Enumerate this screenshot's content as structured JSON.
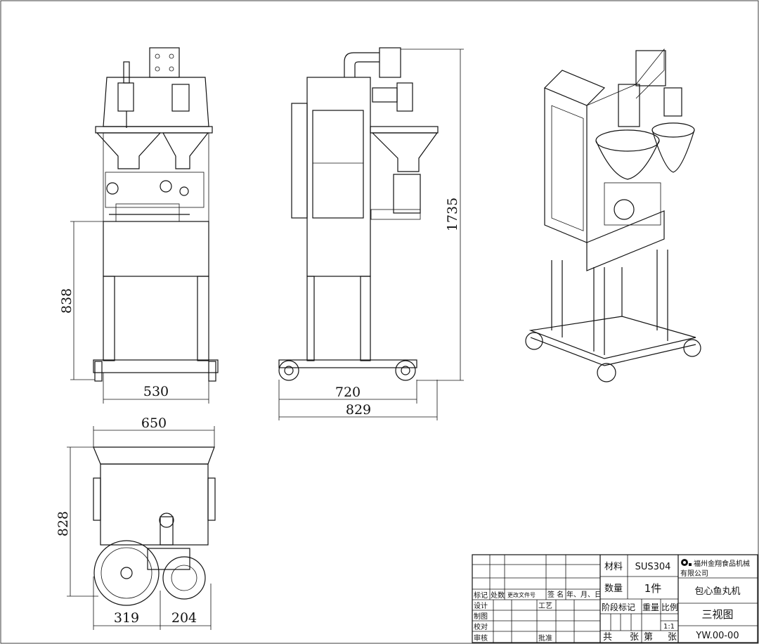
{
  "dimensions": {
    "front_height": "838",
    "front_width": "530",
    "side_total_height": "1735",
    "side_wheelbase": "720",
    "side_overall_length": "829",
    "top_width": "650",
    "top_depth": "828",
    "top_left_segment": "319",
    "top_right_segment": "204"
  },
  "title_block": {
    "material_label": "材料",
    "material_value": "SUS304",
    "quantity_label": "数量",
    "quantity_value": "1件",
    "company": "福州金翔食品机械有限公司",
    "company_line1": "福州金翔食品机械",
    "company_line2": "有限公司",
    "product_name": "包心鱼丸机",
    "drawing_name": "三视图",
    "drawing_number": "YW.00-00",
    "stage_mark_label": "阶段标记",
    "weight_label": "重量",
    "scale_label": "比例",
    "scale_value": "1:1",
    "total_sheets_label_1": "共",
    "total_sheets_label_2": "张",
    "sheet_no_label_1": "第",
    "sheet_no_label_2": "张",
    "revision_headers": [
      "标记",
      "处数",
      "更改文件号",
      "签 名",
      "年、月、日"
    ],
    "sign_rows": [
      "设计",
      "制图",
      "校对",
      "审核"
    ],
    "process_label": "工艺",
    "approve_label": "批准"
  }
}
